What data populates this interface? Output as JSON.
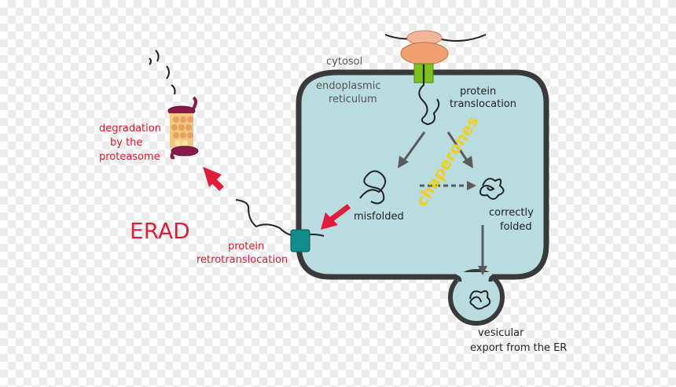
{
  "colors": {
    "er_fill": "#b8dcdf",
    "er_outline": "#3a3a3a",
    "arrow_red": "#e21b3a",
    "arrow_gray": "#5a5a5a",
    "chaperones_text": "#f2cf1a"
  },
  "labels": {
    "cytosol": "cytosol",
    "endoplasmic": "endoplasmic",
    "reticulum": "reticulum",
    "protein_translocation_1": "protein",
    "protein_translocation_2": "translocation",
    "chaperones": "chaperones",
    "misfolded": "misfolded",
    "correctly": "correctly",
    "folded": "folded",
    "vesicular": "vesicular",
    "export": "export from the ER",
    "retro_1": "protein",
    "retro_2": "retrotranslocation",
    "degradation_1": "degradation",
    "degradation_2": "by the",
    "degradation_3": "proteasome",
    "erad": "ERAD"
  },
  "icons": [
    "ribosome-icon",
    "translocon-channel-icon",
    "retrotranslocon-channel-icon",
    "proteasome-icon",
    "protein-chain-icon"
  ]
}
